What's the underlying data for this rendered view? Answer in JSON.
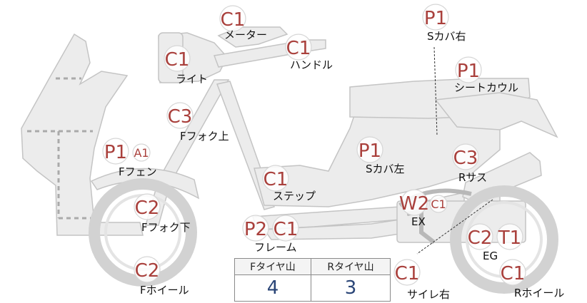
{
  "callouts": [
    {
      "id": "meter",
      "grades": [
        "C1"
      ],
      "label": "メーター"
    },
    {
      "id": "handle",
      "grades": [
        "C1"
      ],
      "label": "ハンドル"
    },
    {
      "id": "light",
      "grades": [
        "C1"
      ],
      "label": "ライト"
    },
    {
      "id": "ffork-upper",
      "grades": [
        "C3"
      ],
      "label": "Fフォク上"
    },
    {
      "id": "ffender",
      "grades": [
        "P1",
        "A1"
      ],
      "label": "Fフェン"
    },
    {
      "id": "ffork-lower",
      "grades": [
        "C2"
      ],
      "label": "Fフォク下"
    },
    {
      "id": "fwheel",
      "grades": [
        "C2"
      ],
      "label": "Fホイール"
    },
    {
      "id": "step",
      "grades": [
        "C1"
      ],
      "label": "ステップ"
    },
    {
      "id": "frame",
      "grades": [
        "P2",
        "C1"
      ],
      "label": "フレーム"
    },
    {
      "id": "scover-right",
      "grades": [
        "P1"
      ],
      "label": "Sカバ右"
    },
    {
      "id": "seat-cowl",
      "grades": [
        "P1"
      ],
      "label": "シートカウル"
    },
    {
      "id": "scover-left",
      "grades": [
        "P1"
      ],
      "label": "Sカバ左"
    },
    {
      "id": "rsus",
      "grades": [
        "C3"
      ],
      "label": "Rサス"
    },
    {
      "id": "ex",
      "grades": [
        "W2",
        "C1"
      ],
      "label": "EX"
    },
    {
      "id": "eg",
      "grades": [
        "C2",
        "T1"
      ],
      "label": "EG"
    },
    {
      "id": "rwheel",
      "grades": [
        "C1"
      ],
      "label": "Rホイール"
    },
    {
      "id": "silencer-right",
      "grades": [
        "C1"
      ],
      "label": "サイレ右"
    }
  ],
  "tire_table": {
    "headers": [
      "Fタイヤ山",
      "Rタイヤ山"
    ],
    "values": [
      "4",
      "3"
    ]
  },
  "colors": {
    "grade_text": "#a9403c",
    "part_fill": "#ececec",
    "part_stroke": "#c4c4c4",
    "tire_value": "#2a4577"
  }
}
